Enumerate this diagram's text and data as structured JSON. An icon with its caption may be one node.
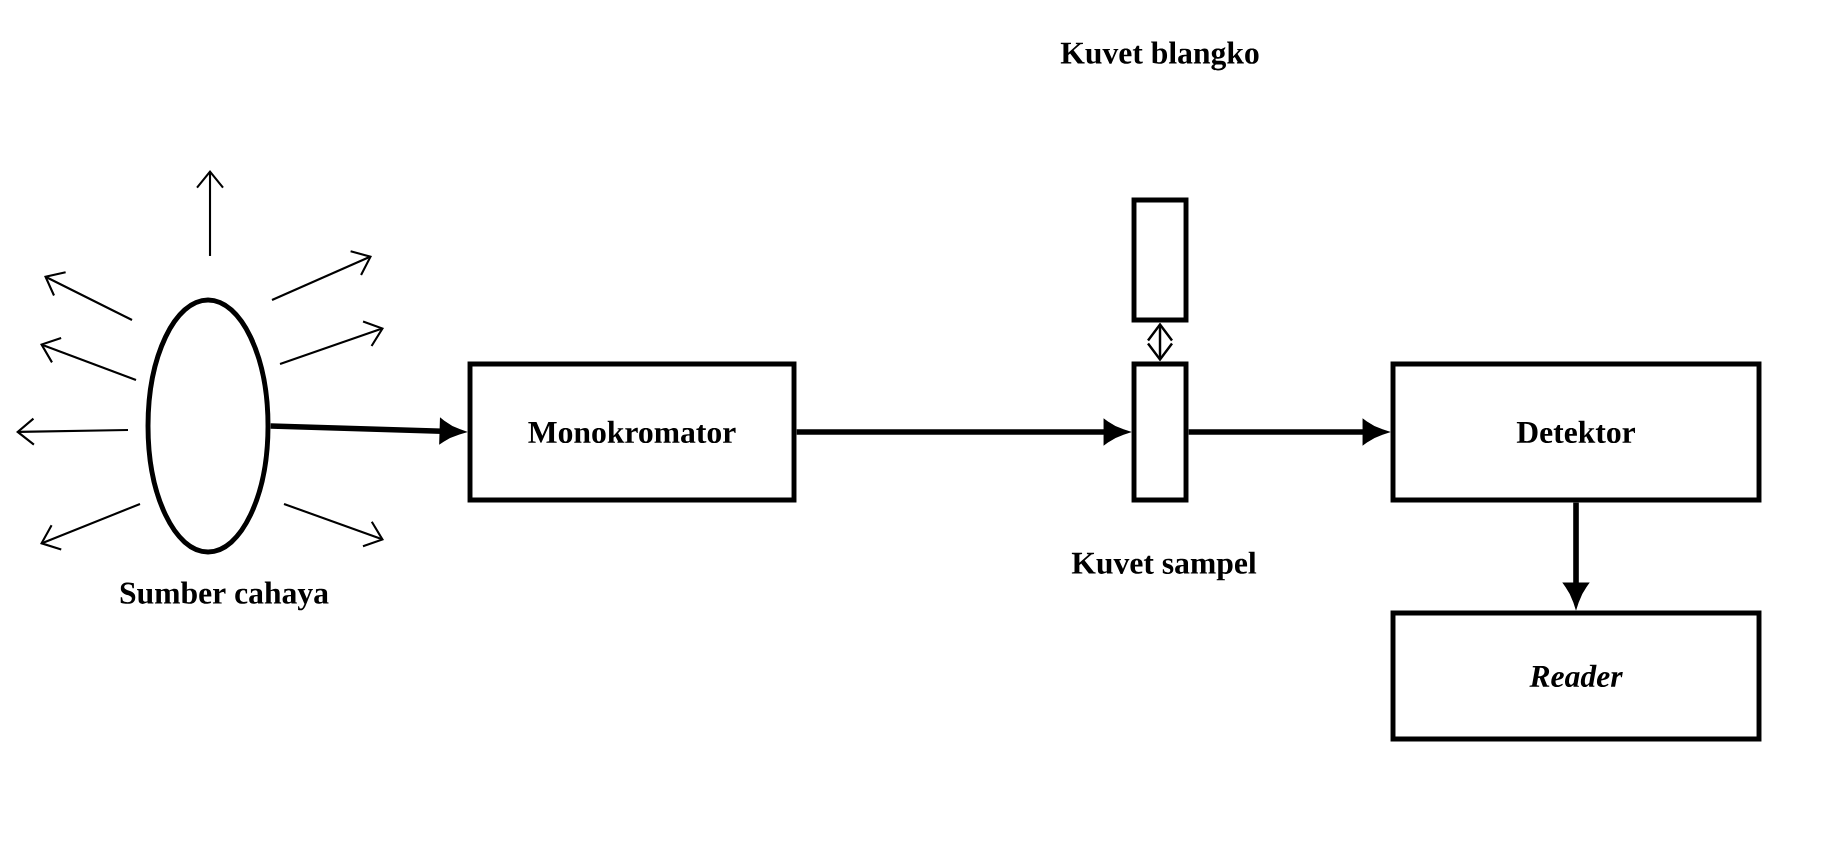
{
  "diagram": {
    "nodes": [
      {
        "text": [],
        "shape": "circle",
        "beside": [
          "Sumber cahaya"
        ]
      },
      {
        "text": [
          "Monokromator"
        ]
      },
      {
        "text": [],
        "shape": "box"
      },
      {
        "text": [],
        "shape": "box",
        "beside": [
          "Kuvet sampel"
        ]
      },
      {
        "text": [
          "Detektor"
        ]
      },
      {
        "text": [
          "Reader"
        ]
      }
    ],
    "edges": [
      {
        "from": 0,
        "to": 1,
        "arrow": "to"
      },
      {
        "from": 1,
        "to": 3,
        "arrow": "to"
      },
      {
        "from": 2,
        "to": 3,
        "arrow": "both"
      },
      {
        "from": 3,
        "to": 4,
        "arrow": "to"
      },
      {
        "from": 4,
        "to": 5,
        "arrow": "to"
      }
    ],
    "labels": [
      "Kuvet blangko"
    ]
  }
}
